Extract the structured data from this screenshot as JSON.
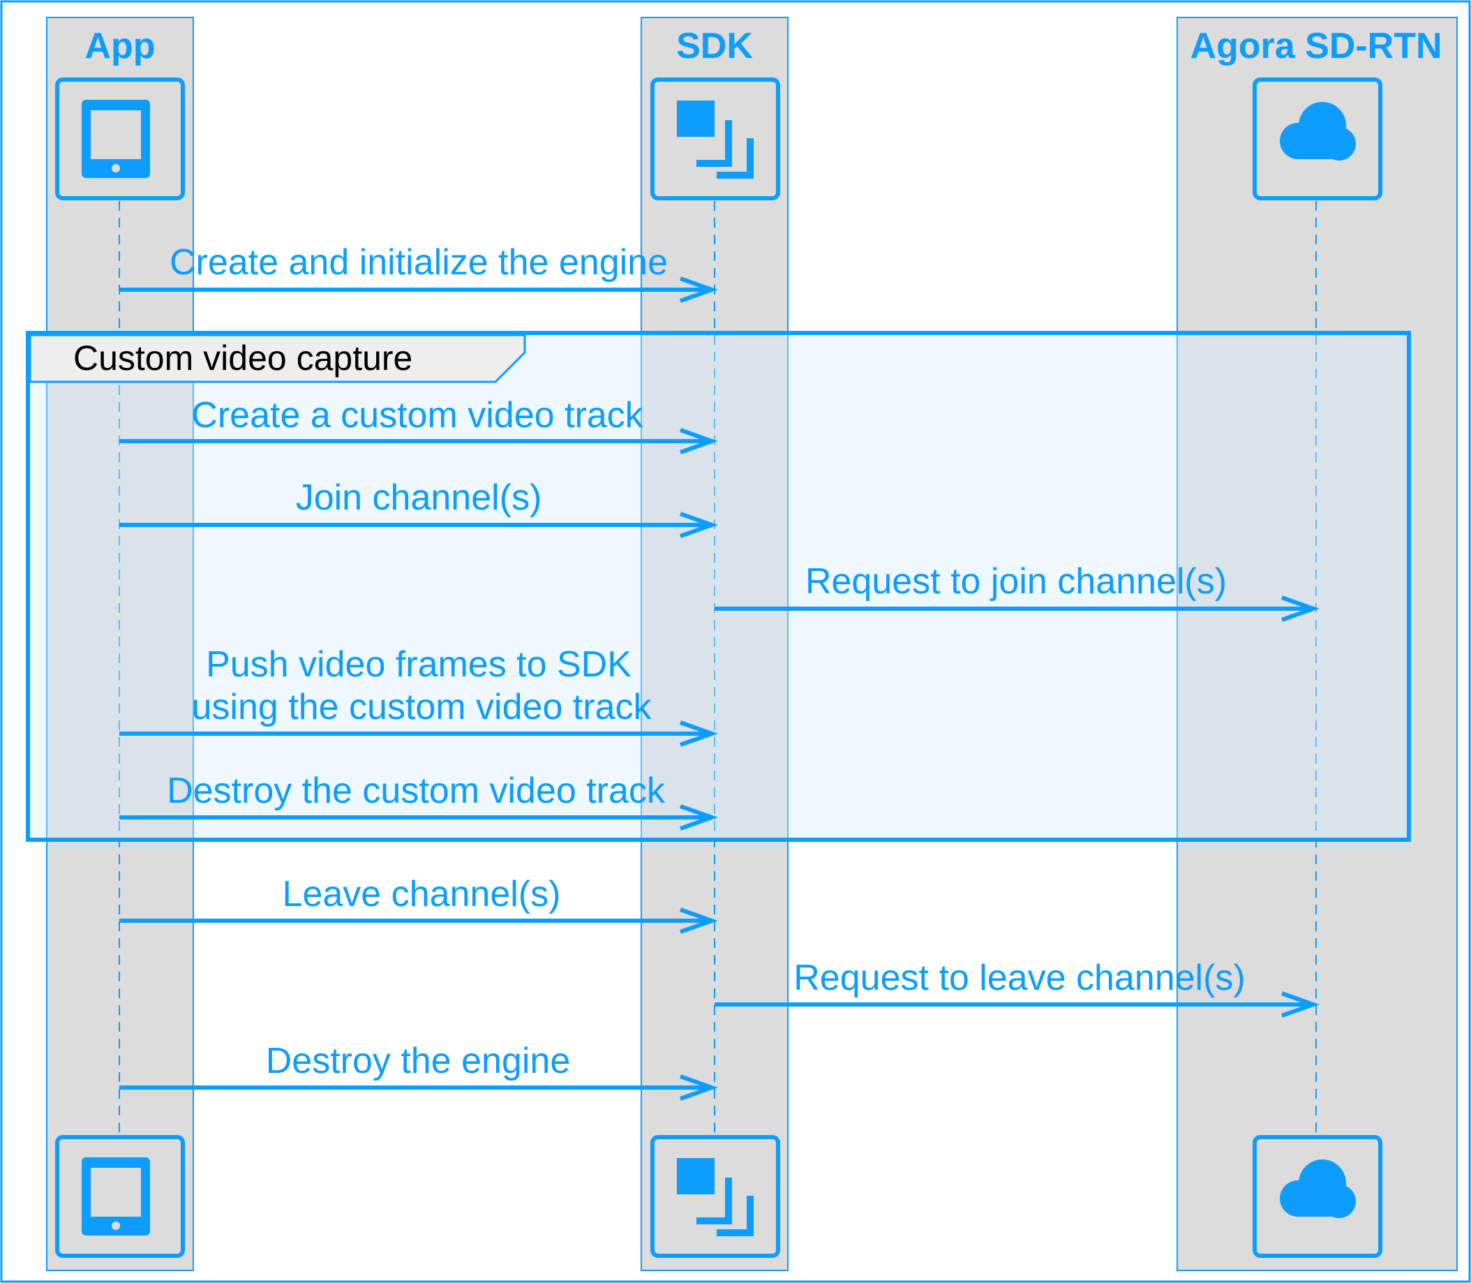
{
  "colors": {
    "accent": "#0C9DFF",
    "lane_fill": "#DCDCDC",
    "group_fill": "#EEF8FD",
    "group_tab_fill": "#EEEEEE",
    "background": "#FFFFFF"
  },
  "participants": [
    {
      "id": "app",
      "label": "App",
      "icon": "tablet-icon"
    },
    {
      "id": "sdk",
      "label": "SDK",
      "icon": "stacked-squares-icon"
    },
    {
      "id": "rtn",
      "label": "Agora SD-RTN",
      "icon": "cloud-icon"
    }
  ],
  "group": {
    "label": "Custom video capture"
  },
  "messages": [
    {
      "from": "app",
      "to": "sdk",
      "lines": [
        "Create and initialize the engine"
      ]
    },
    {
      "from": "app",
      "to": "sdk",
      "lines": [
        "Create a custom video track"
      ]
    },
    {
      "from": "app",
      "to": "sdk",
      "lines": [
        "Join channel(s)"
      ]
    },
    {
      "from": "sdk",
      "to": "rtn",
      "lines": [
        "Request to join channel(s)"
      ]
    },
    {
      "from": "app",
      "to": "sdk",
      "lines": [
        "Push video frames to SDK",
        "using the custom video track"
      ]
    },
    {
      "from": "app",
      "to": "sdk",
      "lines": [
        "Destroy the custom video track"
      ]
    },
    {
      "from": "app",
      "to": "sdk",
      "lines": [
        "Leave channel(s)"
      ]
    },
    {
      "from": "sdk",
      "to": "rtn",
      "lines": [
        "Request to leave channel(s)"
      ]
    },
    {
      "from": "app",
      "to": "sdk",
      "lines": [
        "Destroy the engine"
      ]
    }
  ]
}
